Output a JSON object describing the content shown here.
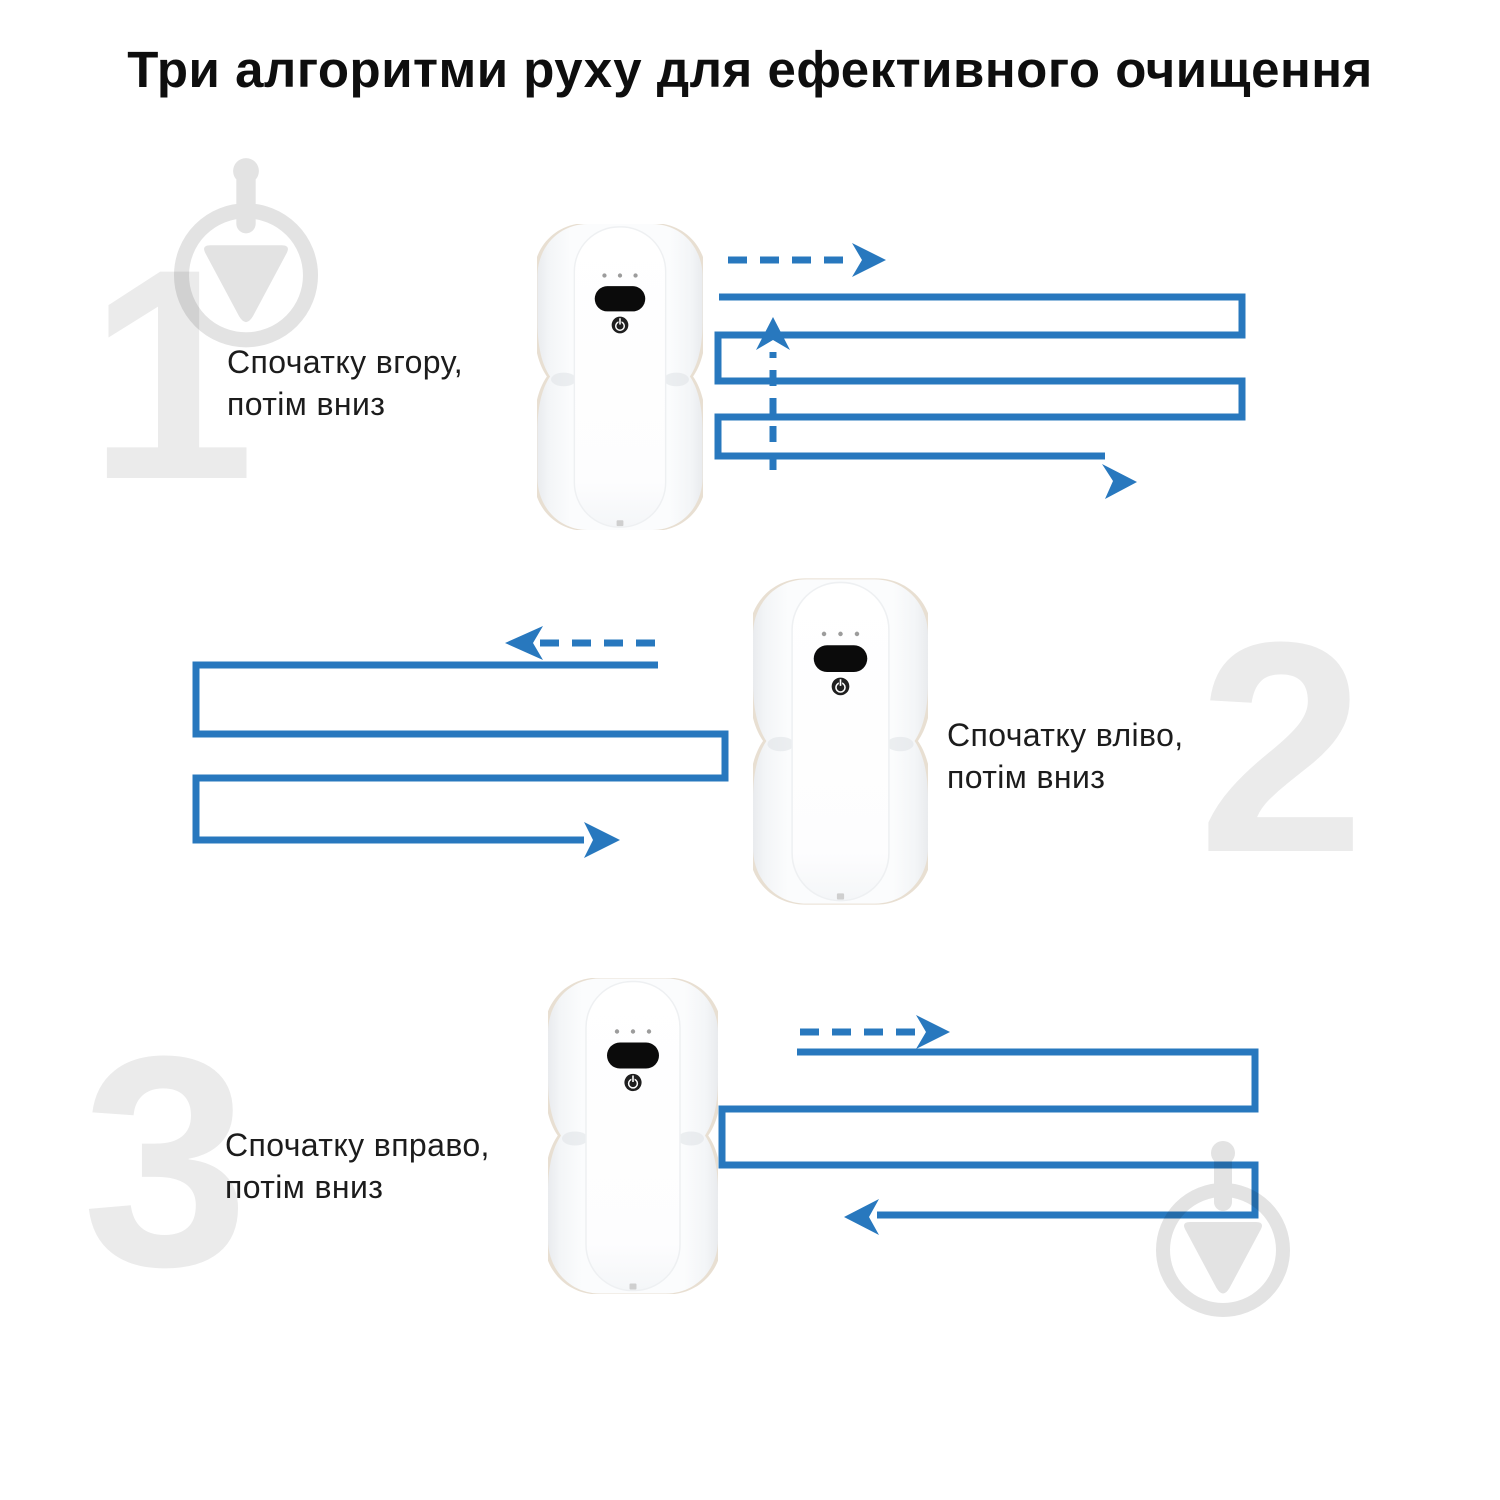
{
  "title": "Три алгоритми руху для ефективного очищення",
  "steps": [
    {
      "number": "1",
      "label_line1": "Спочатку вгору,",
      "label_line2": "потім вниз",
      "direction": "up-then-down"
    },
    {
      "number": "2",
      "label_line1": "Спочатку вліво,",
      "label_line2": "потім вниз",
      "direction": "left-then-down"
    },
    {
      "number": "3",
      "label_line1": "Спочатку вправо,",
      "label_line2": "потім вниз",
      "direction": "right-then-down"
    }
  ],
  "colors": {
    "background": "#ffffff",
    "arrow_blue": "#2878be",
    "numeral_gray": "#ebebeb",
    "watermark_gray": "#e3e3e3",
    "title_text": "#0e0e0e",
    "label_text": "#1c1c1c"
  },
  "icons": {
    "robot_power_button": "power-icon",
    "robot_status_leds": "led-dots-icon",
    "watermark_logo": "pin-in-circle-watermark-icon",
    "solid_path_arrow": "serpentine-arrow-icon",
    "dashed_direction_arrow": "dashed-arrow-icon"
  }
}
